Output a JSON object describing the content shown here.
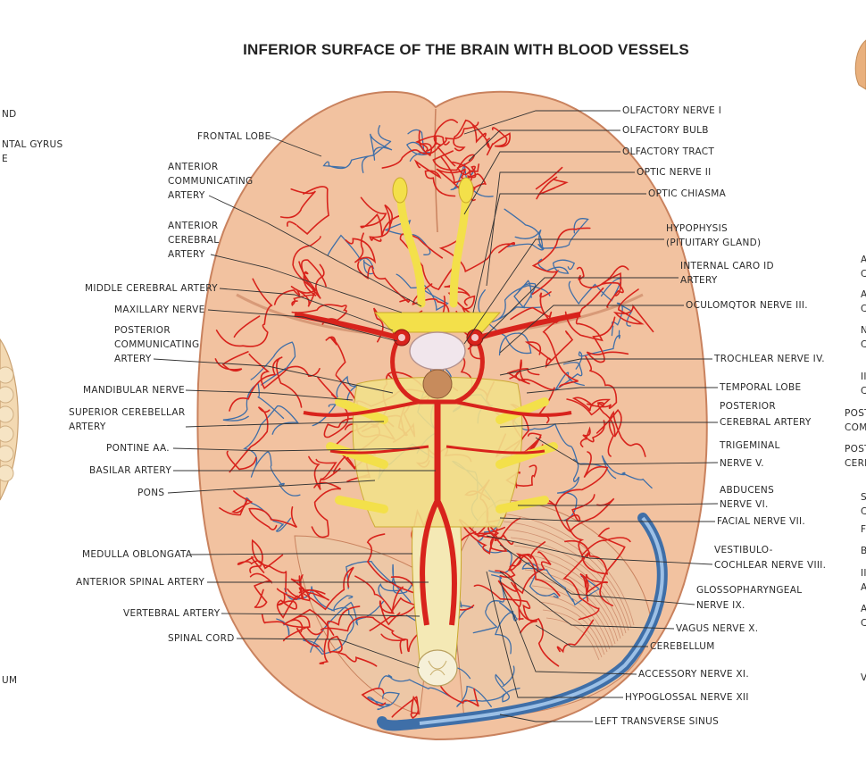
{
  "title": "INFERIOR SURFACE OF THE BRAIN WITH BLOOD VESSELS",
  "labels_left": [
    {
      "id": "frontal-lobe",
      "lines": [
        "FRONTAL LOBE"
      ]
    },
    {
      "id": "anterior-communicating-artery",
      "lines": [
        "ANTERIOR",
        "COMMUNICATING",
        "ARTERY"
      ]
    },
    {
      "id": "anterior-cerebral-artery",
      "lines": [
        "ANTERIOR",
        "CEREBRAL",
        "ARTERY"
      ]
    },
    {
      "id": "middle-cerebral-artery",
      "lines": [
        "MIDDLE CEREBRAL ARTERY"
      ]
    },
    {
      "id": "maxillary-nerve",
      "lines": [
        "MAXILLARY NERVE"
      ]
    },
    {
      "id": "posterior-communicating-artery",
      "lines": [
        "POSTERIOR",
        "COMMUNICATING",
        "ARTERY"
      ]
    },
    {
      "id": "mandibular-nerve",
      "lines": [
        "MANDIBULAR NERVE"
      ]
    },
    {
      "id": "superior-cerebellar-artery",
      "lines": [
        "SUPERIOR CEREBELLAR",
        "ARTERY"
      ]
    },
    {
      "id": "pontine-aa",
      "lines": [
        "PONTINE AA."
      ]
    },
    {
      "id": "basilar-artery",
      "lines": [
        "BASILAR ARTERY"
      ]
    },
    {
      "id": "pons",
      "lines": [
        "PONS"
      ]
    },
    {
      "id": "medulla-oblongata",
      "lines": [
        "MEDULLA OBLONGATA"
      ]
    },
    {
      "id": "anterior-spinal-artery",
      "lines": [
        "ANTERIOR SPINAL ARTERY"
      ]
    },
    {
      "id": "vertebral-artery",
      "lines": [
        "VERTEBRAL ARTERY"
      ]
    },
    {
      "id": "spinal-cord",
      "lines": [
        "SPINAL CORD"
      ]
    }
  ],
  "labels_right": [
    {
      "id": "olfactory-nerve",
      "lines": [
        "OLFACTORY NERVE I"
      ]
    },
    {
      "id": "olfactory-bulb",
      "lines": [
        "OLFACTORY BULB"
      ]
    },
    {
      "id": "olfactory-tract",
      "lines": [
        "OLFACTORY TRACT"
      ]
    },
    {
      "id": "optic-nerve",
      "lines": [
        "OPTIC NERVE II"
      ]
    },
    {
      "id": "optic-chiasma",
      "lines": [
        "OPTIC CHIASMA"
      ]
    },
    {
      "id": "hypophysis",
      "lines": [
        "HYPOPHYSIS",
        "(PITUITARY GLAND)"
      ]
    },
    {
      "id": "internal-carotid-artery",
      "lines": [
        "INTERNAL CARO ID",
        "ARTERY"
      ]
    },
    {
      "id": "oculomotor-nerve",
      "lines": [
        "OCULOMQTOR NERVE III."
      ]
    },
    {
      "id": "trochlear-nerve",
      "lines": [
        "TROCHLEAR NERVE IV."
      ]
    },
    {
      "id": "temporal-lobe",
      "lines": [
        "TEMPORAL LOBE"
      ]
    },
    {
      "id": "posterior-cerebral-artery",
      "lines": [
        "POSTERIOR",
        "CEREBRAL ARTERY"
      ]
    },
    {
      "id": "trigeminal-nerve",
      "lines": [
        "TRIGEMINAL",
        "NERVE V."
      ]
    },
    {
      "id": "abducens-nerve",
      "lines": [
        "ABDUCENS",
        "NERVE VI."
      ]
    },
    {
      "id": "facial-nerve",
      "lines": [
        "FACIAL NERVE VII."
      ]
    },
    {
      "id": "vestibulocochlear-nerve",
      "lines": [
        "VESTIBULO-",
        "COCHLEAR NERVE VIII."
      ]
    },
    {
      "id": "glossopharyngeal-nerve",
      "lines": [
        "GLOSSOPHARYNGEAL",
        "NERVE IX."
      ]
    },
    {
      "id": "vagus-nerve",
      "lines": [
        "VAGUS NERVE X."
      ]
    },
    {
      "id": "cerebellum",
      "lines": [
        "CEREBELLUM"
      ]
    },
    {
      "id": "accessory-nerve",
      "lines": [
        "ACCESSORY NERVE XI."
      ]
    },
    {
      "id": "hypoglossal-nerve",
      "lines": [
        "HYPOGLOSSAL NERVE XII"
      ]
    },
    {
      "id": "left-transverse-sinus",
      "lines": [
        "LEFT TRANSVERSE SINUS"
      ]
    }
  ],
  "edge_fragments_left": [
    "ND",
    "NTAL GYRUS",
    "E",
    "UM"
  ],
  "edge_fragments_right": [
    "A",
    "C",
    "A",
    "C",
    "N",
    "C",
    "II",
    "C",
    "POST",
    "COM",
    "POST",
    "CERI",
    "S",
    "C",
    "F",
    "B",
    "II",
    "A",
    "A",
    "C",
    "V"
  ],
  "colors": {
    "brain_fill": "#f2c2a0",
    "brain_edge": "#c9825e",
    "artery": "#d8231c",
    "vein": "#3f6fa8",
    "nerve": "#f3e04a",
    "background": "#ffffff"
  }
}
